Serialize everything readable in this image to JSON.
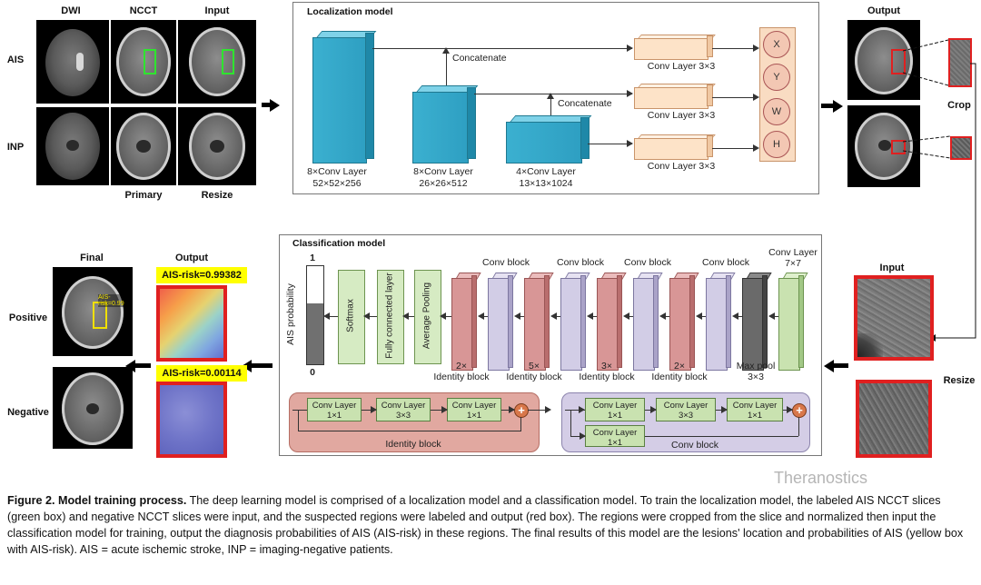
{
  "top_left": {
    "col_dwi": "DWI",
    "col_ncct": "NCCT",
    "col_input": "Input",
    "row_ais": "AIS",
    "row_inp": "INP",
    "bottom_primary": "Primary",
    "bottom_resize": "Resize"
  },
  "localization": {
    "title": "Localization model",
    "concat1": "Concatenate",
    "concat2": "Concatenate",
    "conv_a": "Conv Layer 3×3",
    "conv_b": "Conv Layer 3×3",
    "conv_c": "Conv Layer 3×3",
    "block1_l1": "8×Conv Layer",
    "block1_l2": "52×52×256",
    "block2_l1": "8×Conv Layer",
    "block2_l2": "26×26×512",
    "block3_l1": "4×Conv Layer",
    "block3_l2": "13×13×1024",
    "outputs": [
      "X",
      "Y",
      "W",
      "H"
    ]
  },
  "top_right": {
    "output": "Output",
    "crop": "Crop"
  },
  "right_input": {
    "input": "Input",
    "resize": "Resize"
  },
  "classification": {
    "title": "Classification model",
    "prob_label": "AIS probability",
    "prob_top": "1",
    "prob_bottom": "0",
    "prob_value": 0.62,
    "softmax": "Softmax",
    "fc": "Fully connected layer",
    "pool": "Average Pooling",
    "convblock_labels": [
      "Conv block",
      "Conv block",
      "Conv block",
      "Conv block"
    ],
    "conv77_l1": "Conv Layer",
    "conv77_l2": "7×7",
    "id2": "2×\nIdentity block",
    "id5": "5×\nIdentity block",
    "id3": "3×\nIdentity block",
    "id2b": "2×\nIdentity block",
    "maxpool_l1": "Max pool",
    "maxpool_l2": "3×3",
    "identity_block": {
      "label": "Identity block",
      "layers": [
        "Conv Layer\n1×1",
        "Conv Layer\n3×3",
        "Conv Layer\n1×1"
      ]
    },
    "conv_block": {
      "label": "Conv block",
      "layers": [
        "Conv Layer\n1×1",
        "Conv Layer\n3×3",
        "Conv Layer\n1×1"
      ],
      "shortcut": "Conv Layer\n1×1"
    }
  },
  "bottom_left": {
    "final": "Final",
    "output": "Output",
    "positive": "Positive",
    "negative": "Negative",
    "risk_pos": "AIS-risk=0.99382",
    "risk_neg": "AIS-risk=0.00114",
    "box_label": "AIS-risk=0.99"
  },
  "caption": {
    "title": "Figure 2. Model training process.",
    "body": " The deep learning model is comprised of a localization model and a classification model. To train the localization model, the labeled AIS NCCT slices (green box) and negative NCCT slices were input, and the suspected regions were labeled and output (red box). The regions were cropped from the slice and normalized then input the classification model for training, output the diagnosis probabilities of AIS (AIS-risk) in these regions. The final results of this model are the lesions' location and probabilities of AIS (yellow box with AIS-risk). AIS = acute ischemic stroke, INP = imaging-negative patients.",
    "watermark": "Theranostics"
  }
}
